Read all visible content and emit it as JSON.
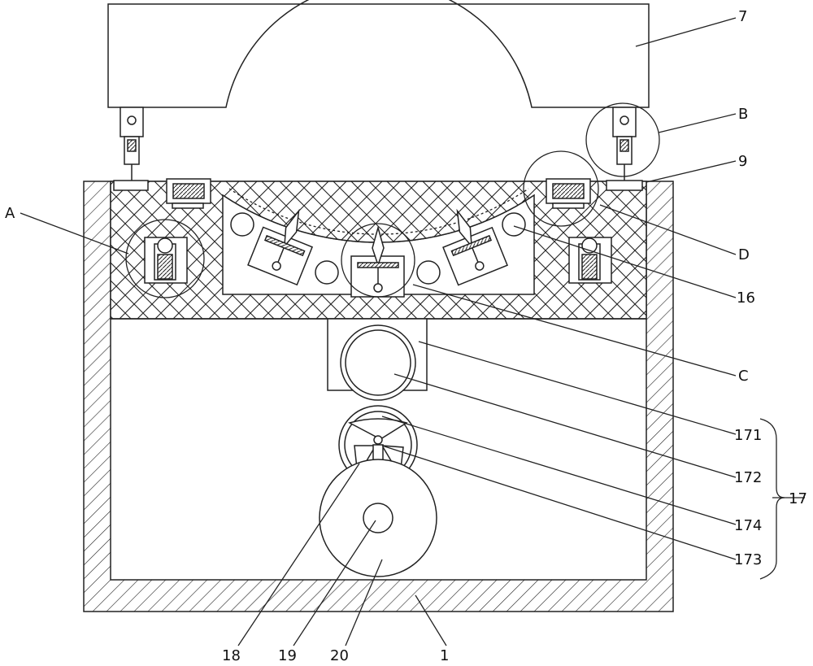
{
  "callouts": {
    "c7": "7",
    "cB": "B",
    "c9": "9",
    "cA": "A",
    "cD": "D",
    "c16": "16",
    "cC": "C",
    "c171": "171",
    "c172": "172",
    "c17": "17",
    "c174": "174",
    "c173": "173",
    "c18": "18",
    "c19": "19",
    "c20": "20",
    "c1": "1"
  },
  "colors": {
    "line": "#222222",
    "fill": "#ffffff"
  }
}
